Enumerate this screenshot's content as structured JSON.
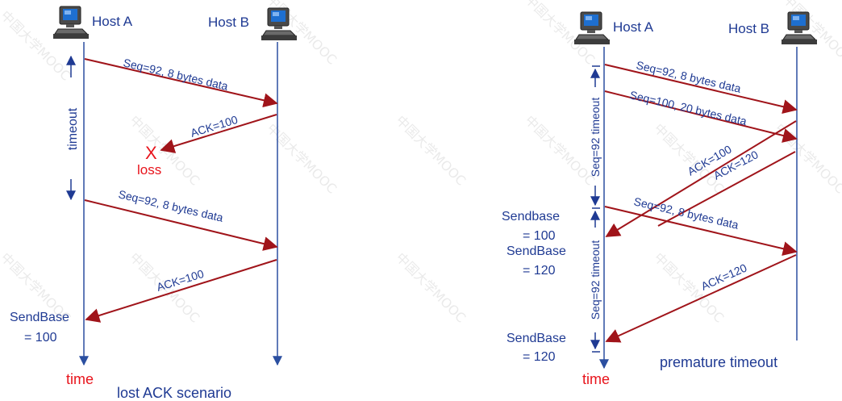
{
  "colors": {
    "arrow": "#a0141a",
    "timeline": "#2b4fa0",
    "text": "#1f3a93",
    "accent": "#e8141c"
  },
  "watermark": "中国大学MOOC",
  "left": {
    "caption": "lost ACK scenario",
    "host_a": "Host A",
    "host_b": "Host B",
    "time_label": "time",
    "timeout_label": "timeout",
    "loss_mark": "X",
    "loss_label": "loss",
    "msg1": "Seq=92, 8 bytes data",
    "ack1": "ACK=100",
    "msg2": "Seq=92, 8 bytes data",
    "ack2": "ACK=100",
    "sendbase_line1": "SendBase",
    "sendbase_line2": "= 100"
  },
  "right": {
    "caption": "premature timeout",
    "host_a": "Host A",
    "host_b": "Host B",
    "time_label": "time",
    "timeout1_label": "Seq=92 timeout",
    "timeout2_label": "Seq=92 timeout",
    "msg1": "Seq=92, 8 bytes data",
    "msg2": "Seq=100, 20 bytes data",
    "ack1": "ACK=100",
    "ack2": "ACK=120",
    "msg3": "Seq=92, 8 bytes data",
    "ack3": "ACK=120",
    "sendbase1_line1": "Sendbase",
    "sendbase1_line2": "= 100",
    "sendbase2_line1": "SendBase",
    "sendbase2_line2": "= 120",
    "sendbase3_line1": "SendBase",
    "sendbase3_line2": "= 120"
  }
}
